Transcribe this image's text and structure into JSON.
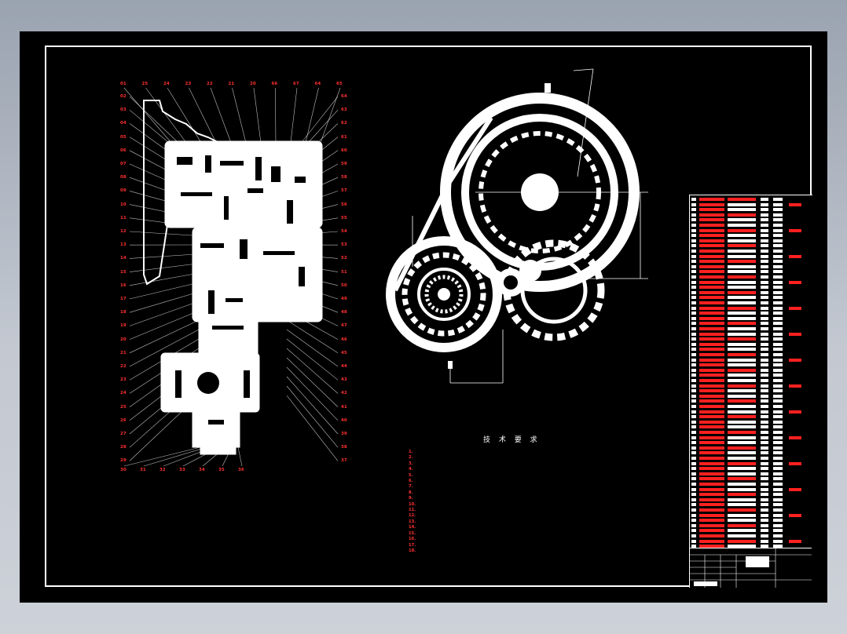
{
  "drawing": {
    "requirements_title": "技 术 要 求",
    "requirements": [
      "1.",
      "2.",
      "3.",
      "4.",
      "5.",
      "6.",
      "7.",
      "8.",
      "9.",
      "10.",
      "11.",
      "12.",
      "13.",
      "14.",
      "15.",
      "16.",
      "17.",
      "18."
    ],
    "title_name": "",
    "title_code": "",
    "title_note": ""
  },
  "callouts": {
    "top": [
      "01",
      "25",
      "24",
      "23",
      "22",
      "21",
      "20",
      "66",
      "67",
      "64",
      "65"
    ],
    "left": [
      "02",
      "03",
      "04",
      "05",
      "06",
      "07",
      "08",
      "09",
      "10",
      "11",
      "12",
      "13",
      "14",
      "15",
      "16",
      "17",
      "18",
      "19",
      "20",
      "21",
      "22",
      "23",
      "24",
      "25",
      "26",
      "27",
      "28",
      "29"
    ],
    "right": [
      "64",
      "63",
      "62",
      "61",
      "60",
      "59",
      "58",
      "57",
      "56",
      "55",
      "54",
      "53",
      "52",
      "51",
      "50",
      "49",
      "48",
      "47",
      "46",
      "45",
      "44",
      "43",
      "42",
      "41",
      "40",
      "39",
      "38",
      "37"
    ],
    "bottom": [
      "30",
      "31",
      "32",
      "33",
      "34",
      "35",
      "36"
    ]
  },
  "colors": {
    "background": "#000000",
    "lines": "#ffffff",
    "text": "#ff2020",
    "frame": "#9aa3b0"
  }
}
